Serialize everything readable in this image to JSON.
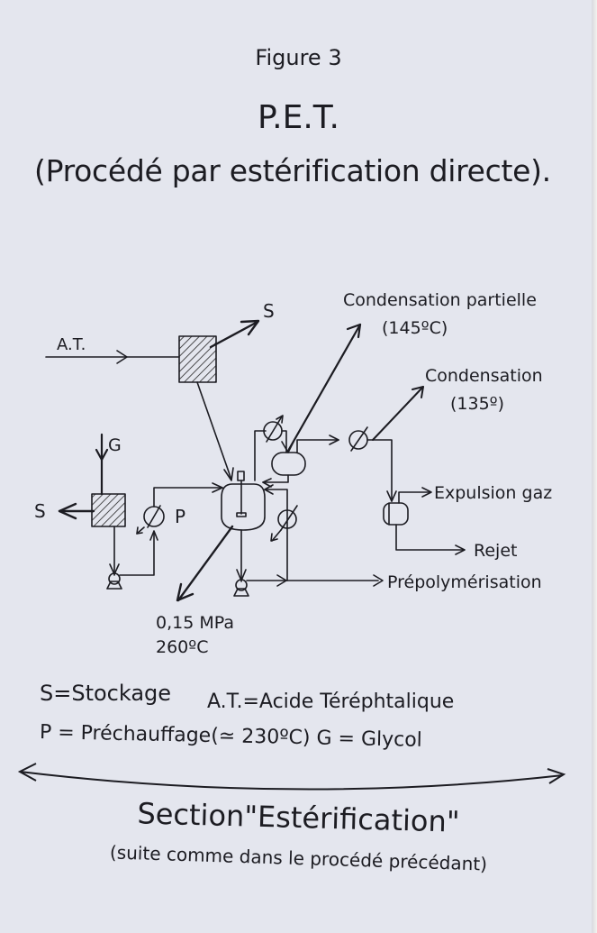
{
  "figure": {
    "number_label": "Figure 3",
    "title": "P.E.T.",
    "subtitle": "(Procédé par estérification directe)."
  },
  "diagram": {
    "inputs": {
      "terephthalic_acid": "A.T.",
      "glycol": "G"
    },
    "storage_labels": {
      "top": "S",
      "left": "S"
    },
    "preheater_label": "P",
    "outputs": {
      "partial_condensation": "Condensation partielle",
      "partial_condensation_temp": "(145ºC)",
      "condensation": "Condensation",
      "condensation_temp": "(135º)",
      "gas_expulsion": "Expulsion gaz",
      "reject": "Rejet",
      "prepolymerisation": "Prépolymérisation"
    },
    "reactor_conditions": {
      "pressure": "0,15 MPa",
      "temperature": "260ºC"
    }
  },
  "legend": {
    "storage": "S=Stockage",
    "acid": "A.T.=Acide  Téréphtalique",
    "preheat": "P = Préchauffage(≃ 230ºC)  G = Glycol"
  },
  "section": {
    "title": "Section\"Estérification\"",
    "note": "(suite comme  dans le procédé précédant)"
  }
}
